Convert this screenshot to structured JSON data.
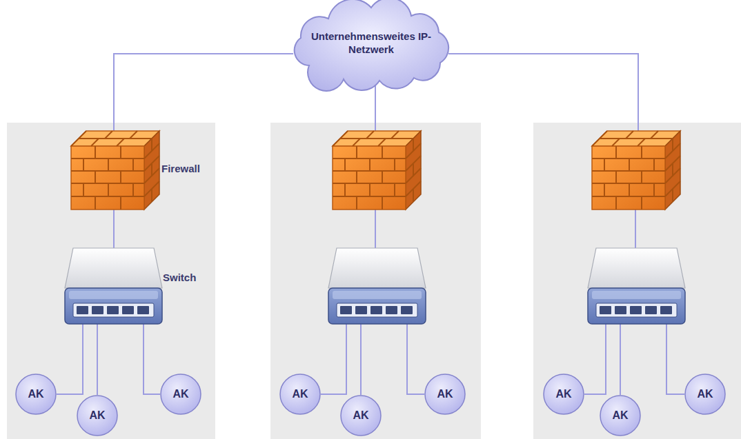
{
  "diagram": {
    "nodes": [
      {
        "text": [
          "Unternehmensweites IP-Netzwerk"
        ]
      },
      {
        "text": [
          "AK"
        ]
      },
      {
        "text": [
          "AK"
        ]
      },
      {
        "text": [
          "AK"
        ]
      },
      {
        "text": [
          "AK"
        ]
      },
      {
        "text": [
          "AK"
        ]
      },
      {
        "text": [
          "AK"
        ]
      },
      {
        "text": [
          "AK"
        ]
      },
      {
        "text": [
          "AK"
        ]
      },
      {
        "text": [
          "AK"
        ]
      }
    ],
    "labels": [
      "Firewall",
      "Switch"
    ]
  }
}
